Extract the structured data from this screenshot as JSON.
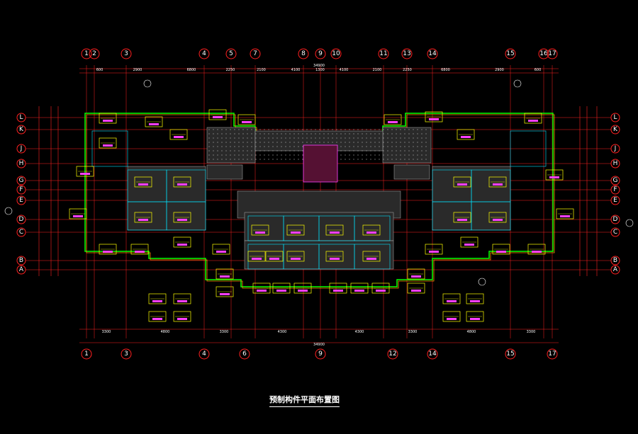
{
  "drawing": {
    "title": "预制构件平面布置图",
    "colors": {
      "background": "#000000",
      "axis": "#ff2020",
      "wall": "#00ff00",
      "beam": "#ff8c00",
      "hatch": "#b0b0b0",
      "tag": "#ffff00",
      "tag_text": "#ff40ff",
      "dim": "#ff2020",
      "cyan": "#00e5ff"
    },
    "top_axes": [
      "1",
      "2",
      "3",
      "4",
      "5",
      "7",
      "8",
      "9",
      "10",
      "11",
      "13",
      "14",
      "15",
      "16",
      "17"
    ],
    "bottom_axes": [
      "1",
      "3",
      "4",
      "6",
      "9",
      "12",
      "14",
      "15",
      "17"
    ],
    "left_axes": [
      "L",
      "K",
      "J",
      "H",
      "G",
      "F",
      "E",
      "D",
      "C",
      "B",
      "A"
    ],
    "right_axes": [
      "L",
      "K",
      "J",
      "H",
      "G",
      "F",
      "E",
      "D",
      "C",
      "B",
      "A"
    ],
    "top_dims": [
      "600",
      "2900",
      "6800",
      "2250",
      "2100",
      "4100",
      "1300",
      "4100",
      "2100",
      "2250",
      "6800",
      "2900",
      "600"
    ],
    "top_total": "34900",
    "bottom_dims": [
      "3300",
      "4800",
      "3300",
      "4300",
      "4300",
      "3300",
      "4800",
      "3300"
    ],
    "bottom_total": "34900"
  }
}
